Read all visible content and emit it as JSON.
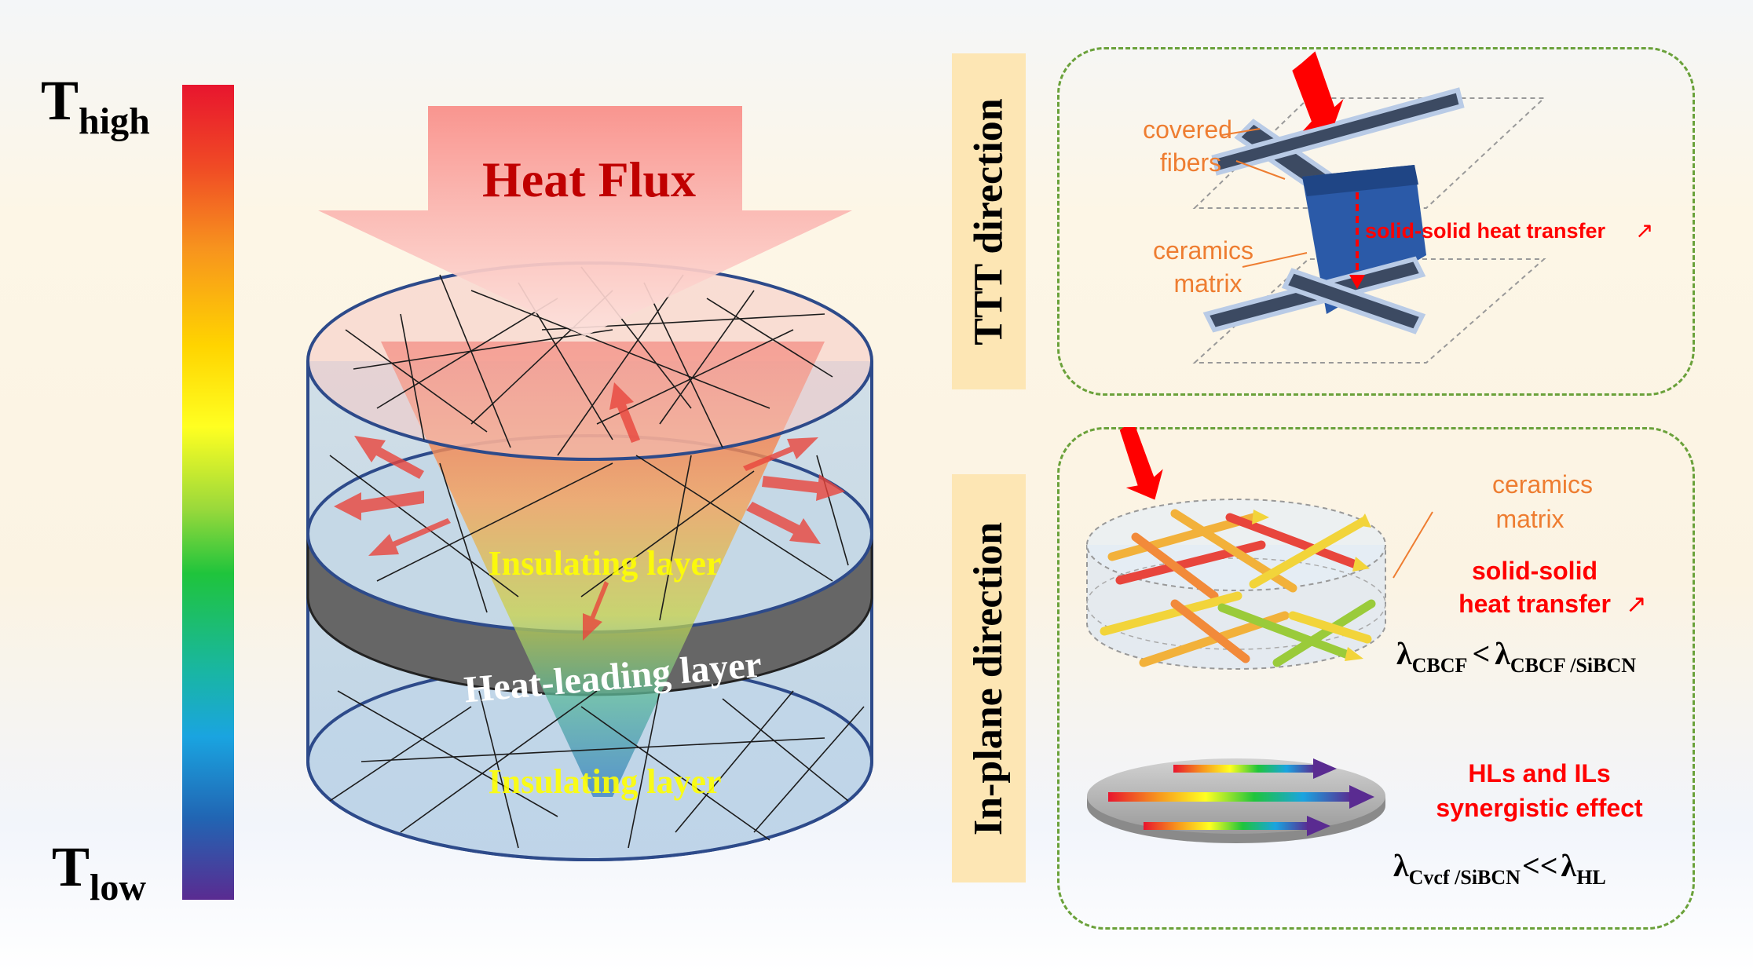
{
  "temperature_scale": {
    "high_main": "T",
    "high_sub": "high",
    "low_main": "T",
    "low_sub": "low",
    "colors": [
      "#e8152e",
      "#f7931e",
      "#ffff21",
      "#1fc43c",
      "#1aa4e0",
      "#5a2b91"
    ]
  },
  "main_figure": {
    "heat_flux_label": "Heat Flux",
    "insulating_layer_top": "Insulating layer",
    "heat_leading_layer": "Heat-leading layer",
    "insulating_layer_bottom": "Insulating layer"
  },
  "ttt_panel": {
    "side_label": "TTT direction",
    "covered_line1": "covered",
    "covered_line2": "fibers",
    "ceramics_line1": "ceramics",
    "ceramics_line2": "matrix",
    "transfer_label": "solid-solid heat transfer",
    "up_arrow_glyph": "↗"
  },
  "inplane_panel": {
    "side_label": "In-plane direction",
    "ceramics_line1": "ceramics",
    "ceramics_line2": "matrix",
    "transfer_line1": "solid-solid",
    "transfer_line2": "heat transfer",
    "up_arrow_glyph": "↗",
    "eq1_lambda1": "λ",
    "eq1_sub1": "CBCF",
    "eq1_op": "<",
    "eq1_lambda2": "λ",
    "eq1_sub2": "CBCF /SiBCN",
    "synergy_line1": "HLs and ILs",
    "synergy_line2": "synergistic effect",
    "eq2_lambda1": "λ",
    "eq2_sub1": "Cvcf /SiBCN",
    "eq2_op": "<<",
    "eq2_lambda2": "λ",
    "eq2_sub2": "HL"
  },
  "colors": {
    "accent_orange": "#ee7d31",
    "accent_red": "#ff0000",
    "dashed_green": "#6aa13a",
    "title_red": "#c00000",
    "label_yellow": "#ffff00",
    "tag_bg": "#fde6b4",
    "fiber_dark": "#2f3b53"
  }
}
